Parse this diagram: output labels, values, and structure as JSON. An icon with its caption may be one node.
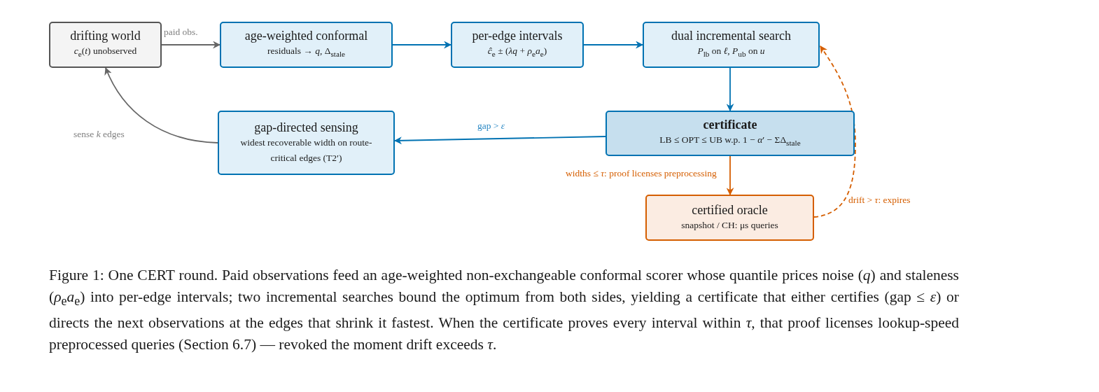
{
  "diagram": {
    "caption": "Figure 1: One CERT round. Paid observations feed an age-weighted non-exchangeable conformal scorer whose quantile prices noise (*q*) and staleness (*ρ*$_{e}$*a*$_{e}$) into per-edge intervals; two incremental searches bound the optimum from both sides, yielding a certificate that either certifies (gap ≤ *ε*) or directs the next observations at the edges that shrink it fastest. When the certificate proves every interval within *τ*, that proof licenses lookup-speed preprocessed queries (Section 6.7) — revoked the moment drift exceeds *τ*.",
    "nodes": [
      {
        "text": [
          "drifting world",
          "*c*$_{e}$(*t*) unobserved"
        ]
      },
      {
        "text": [
          "age-weighted conformal",
          "residuals → *q*, Δ$_{stale}$"
        ]
      },
      {
        "text": [
          "per-edge intervals",
          "*ĉ*$_{e}$ ± (*λq* + *ρ*$_{e}$*a*$_{e}$)"
        ]
      },
      {
        "text": [
          "dual incremental search",
          "*P*$_{lb}$ on *ℓ*,  *P*$_{ub}$ on *u*"
        ]
      },
      {
        "text": [
          "gap-directed sensing",
          "widest recoverable width on route-critical edges (T2′)"
        ]
      },
      {
        "text": [
          "certificate",
          "LB ≤ OPT ≤ UB w.p. 1 − *α*′ − ΣΔ$_{stale}$"
        ]
      },
      {
        "text": [
          "certified oracle",
          "snapshot / CH: μs queries"
        ]
      }
    ],
    "edges": [
      {
        "from": 0,
        "to": 1,
        "arrow": "to",
        "label": "paid obs.",
        "color": "#666666"
      },
      {
        "from": 1,
        "to": 2,
        "arrow": "to"
      },
      {
        "from": 2,
        "to": 3,
        "arrow": "to"
      },
      {
        "from": 3,
        "to": 5,
        "arrow": "to"
      },
      {
        "from": 5,
        "to": 4,
        "arrow": "to",
        "label": "gap > *ε*"
      },
      {
        "from": 4,
        "to": 0,
        "arrow": "to",
        "label": "sense *k* edges",
        "color": "#666666"
      },
      {
        "from": 5,
        "to": 6,
        "arrow": "to",
        "label": "widths ≤ *τ*: proof licenses preprocessing",
        "color": "#d55e00"
      },
      {
        "from": 6,
        "to": 3,
        "arrow": "to",
        "label": "drift > *τ*: expires",
        "style": "dashed",
        "color": "#d55e00"
      }
    ]
  }
}
